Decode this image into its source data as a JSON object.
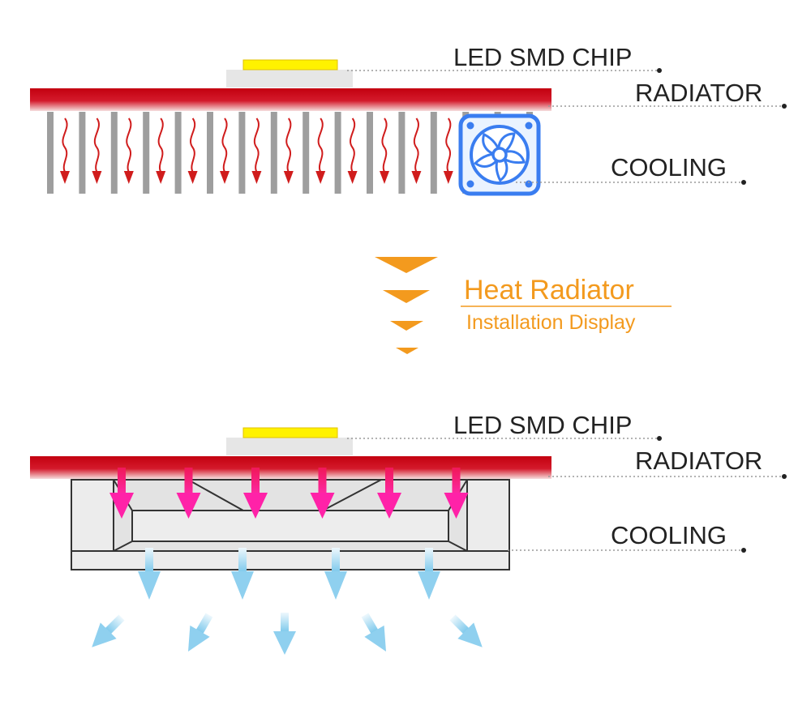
{
  "top_diagram": {
    "label_chip": "LED SMD CHIP",
    "label_radiator": "RADIATOR",
    "label_cooling": "COOLING",
    "fan_icon": "fan-icon",
    "fin_count": 16,
    "heat_arrow_count": 15
  },
  "center_title": {
    "main": "Heat Radiator",
    "sub": "Installation Display"
  },
  "bottom_diagram": {
    "label_chip": "LED SMD CHIP",
    "label_radiator": "RADIATOR",
    "label_cooling": "COOLING",
    "heat_arrow_count": 6,
    "airflow_arrow_count": 4,
    "spread_arrow_count": 5
  },
  "colors": {
    "chip": "#fff200",
    "chip_base": "#e6e6e6",
    "radiator": "#c8102e",
    "fin": "#9e9e9e",
    "heat_arrow": "#d01c1c",
    "fan": "#3a7df0",
    "pink_arrow": "#ff1f8f",
    "cool_arrow": "#8fd0ef",
    "title": "#f39a1e"
  }
}
